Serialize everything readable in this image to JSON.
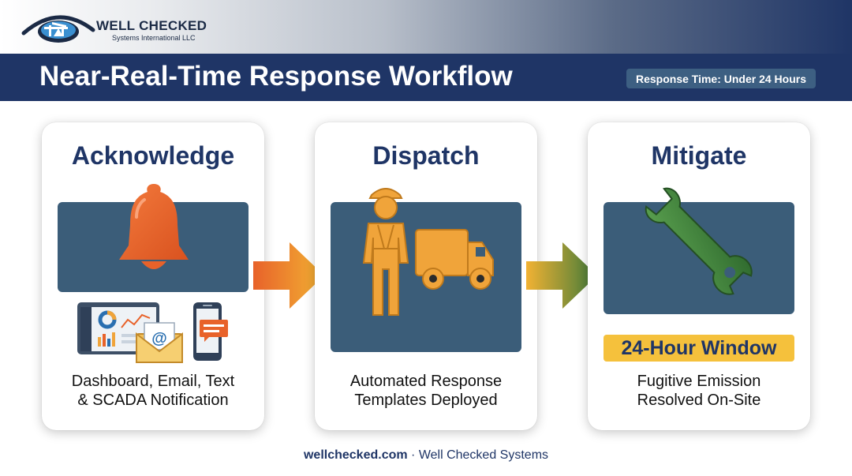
{
  "brand": {
    "name": "WELL CHECKED",
    "subtitle": "Systems International LLC"
  },
  "header": {
    "title": "Near-Real-Time Response Workflow",
    "badge": "Response Time: Under 24 Hours"
  },
  "steps": [
    {
      "title": "Acknowledge",
      "icon": "bell-icon",
      "channels_icons": [
        "dashboard-icon",
        "email-icon",
        "phone-chat-icon"
      ],
      "lines": [
        "Dashboard, Email, Text",
        "& SCADA Notification"
      ]
    },
    {
      "title": "Dispatch",
      "icon": "worker-truck-icon",
      "lines": [
        "Automated Response",
        "Templates Deployed"
      ]
    },
    {
      "title": "Mitigate",
      "icon": "wrench-icon",
      "highlight": "24-Hour Window",
      "lines": [
        "Fugitive Emission",
        "Resolved On-Site"
      ]
    }
  ],
  "footer": {
    "site": "wellchecked.com",
    "separator": " · ",
    "company": "Well Checked Systems"
  },
  "colors": {
    "navy": "#1f3566",
    "panel": "#3b5d79",
    "orange": "#e8622a",
    "amber": "#f0a43a",
    "green": "#3f7a3a",
    "highlight": "#f5c13c"
  }
}
